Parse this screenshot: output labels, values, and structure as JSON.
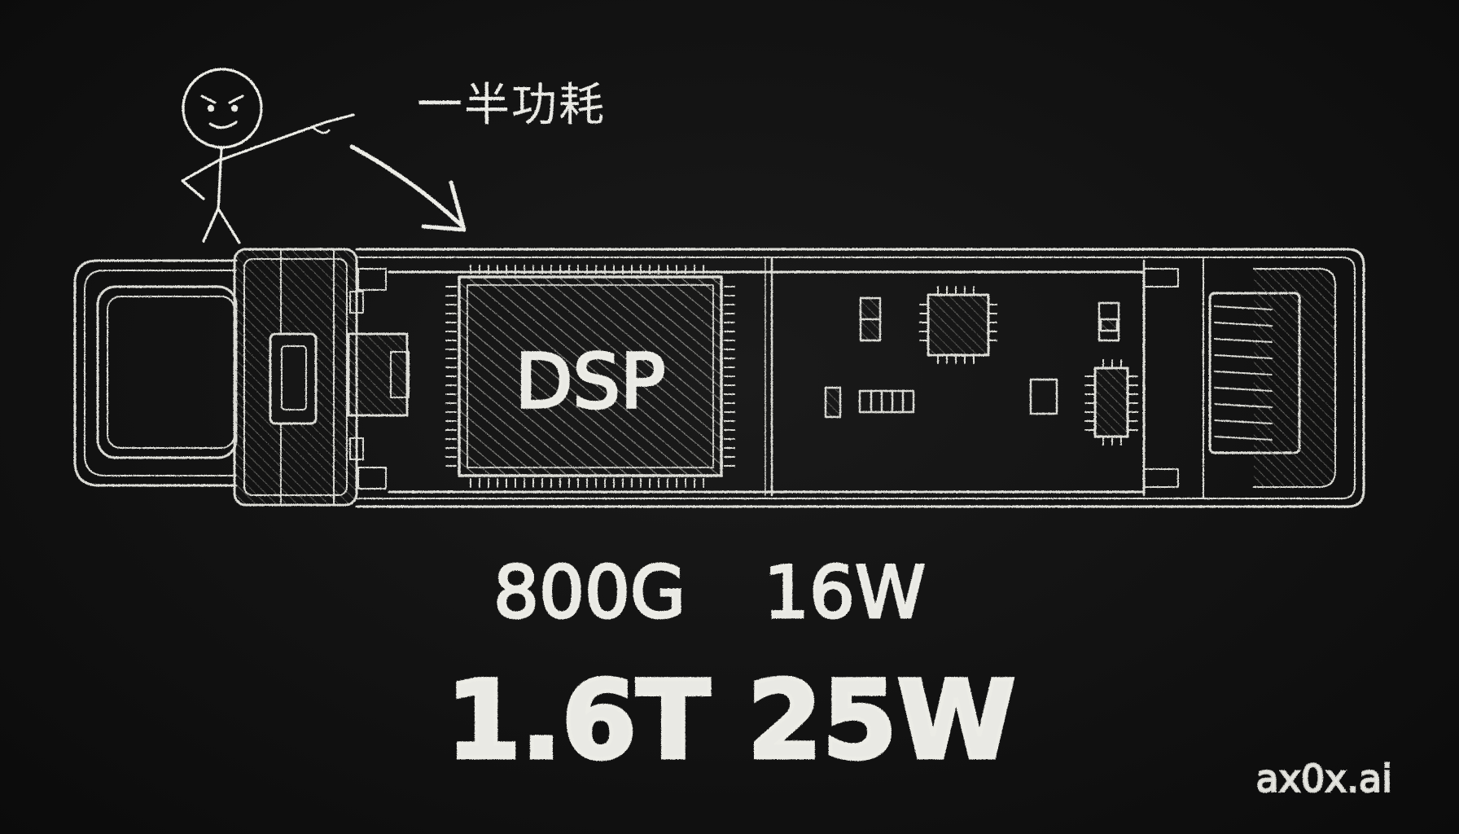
{
  "annotation": {
    "text": "一半功耗"
  },
  "module": {
    "dsp_label": "DSP"
  },
  "specs": {
    "row1": {
      "rate": "800G",
      "power": "16W"
    },
    "row2": {
      "rate": "1.6T",
      "power": "25W"
    }
  },
  "watermark": {
    "text": "ax0x.ai"
  },
  "colors": {
    "background": "#121212",
    "chalk": "#e9e9e4"
  },
  "icons": {
    "figure": "stick-figure-icon",
    "arrow": "curved-arrow-icon"
  }
}
